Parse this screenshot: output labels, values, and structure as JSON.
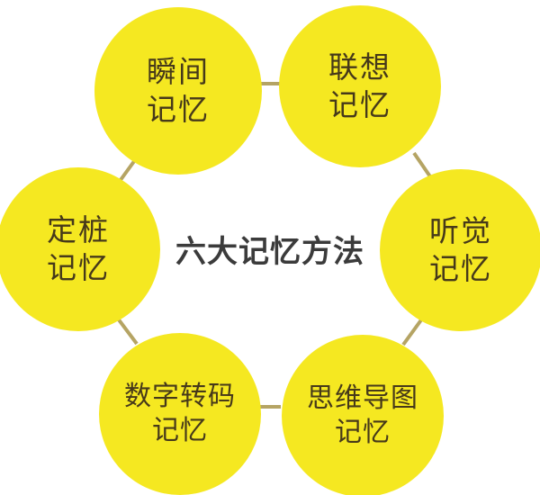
{
  "diagram": {
    "center_title": "六大记忆方法",
    "background_color": "#ffffff",
    "node_fill_color": "#f5e821",
    "node_text_color": "#46391a",
    "center_text_color": "#3b3b3b",
    "connector_color": "#b5a464",
    "nodes": [
      {
        "id": "instant-memory",
        "line1": "瞬间",
        "line2": "记忆",
        "position": "top-left"
      },
      {
        "id": "association-memory",
        "line1": "联想",
        "line2": "记忆",
        "position": "top-right"
      },
      {
        "id": "auditory-memory",
        "line1": "听觉",
        "line2": "记忆",
        "position": "right"
      },
      {
        "id": "mind-map-memory",
        "line1": "思维导图",
        "line2": "记忆",
        "position": "bottom-right"
      },
      {
        "id": "number-coding-memory",
        "line1": "数字转码",
        "line2": "记忆",
        "position": "bottom-left"
      },
      {
        "id": "peg-memory",
        "line1": "定桩",
        "line2": "记忆",
        "position": "left"
      }
    ]
  }
}
